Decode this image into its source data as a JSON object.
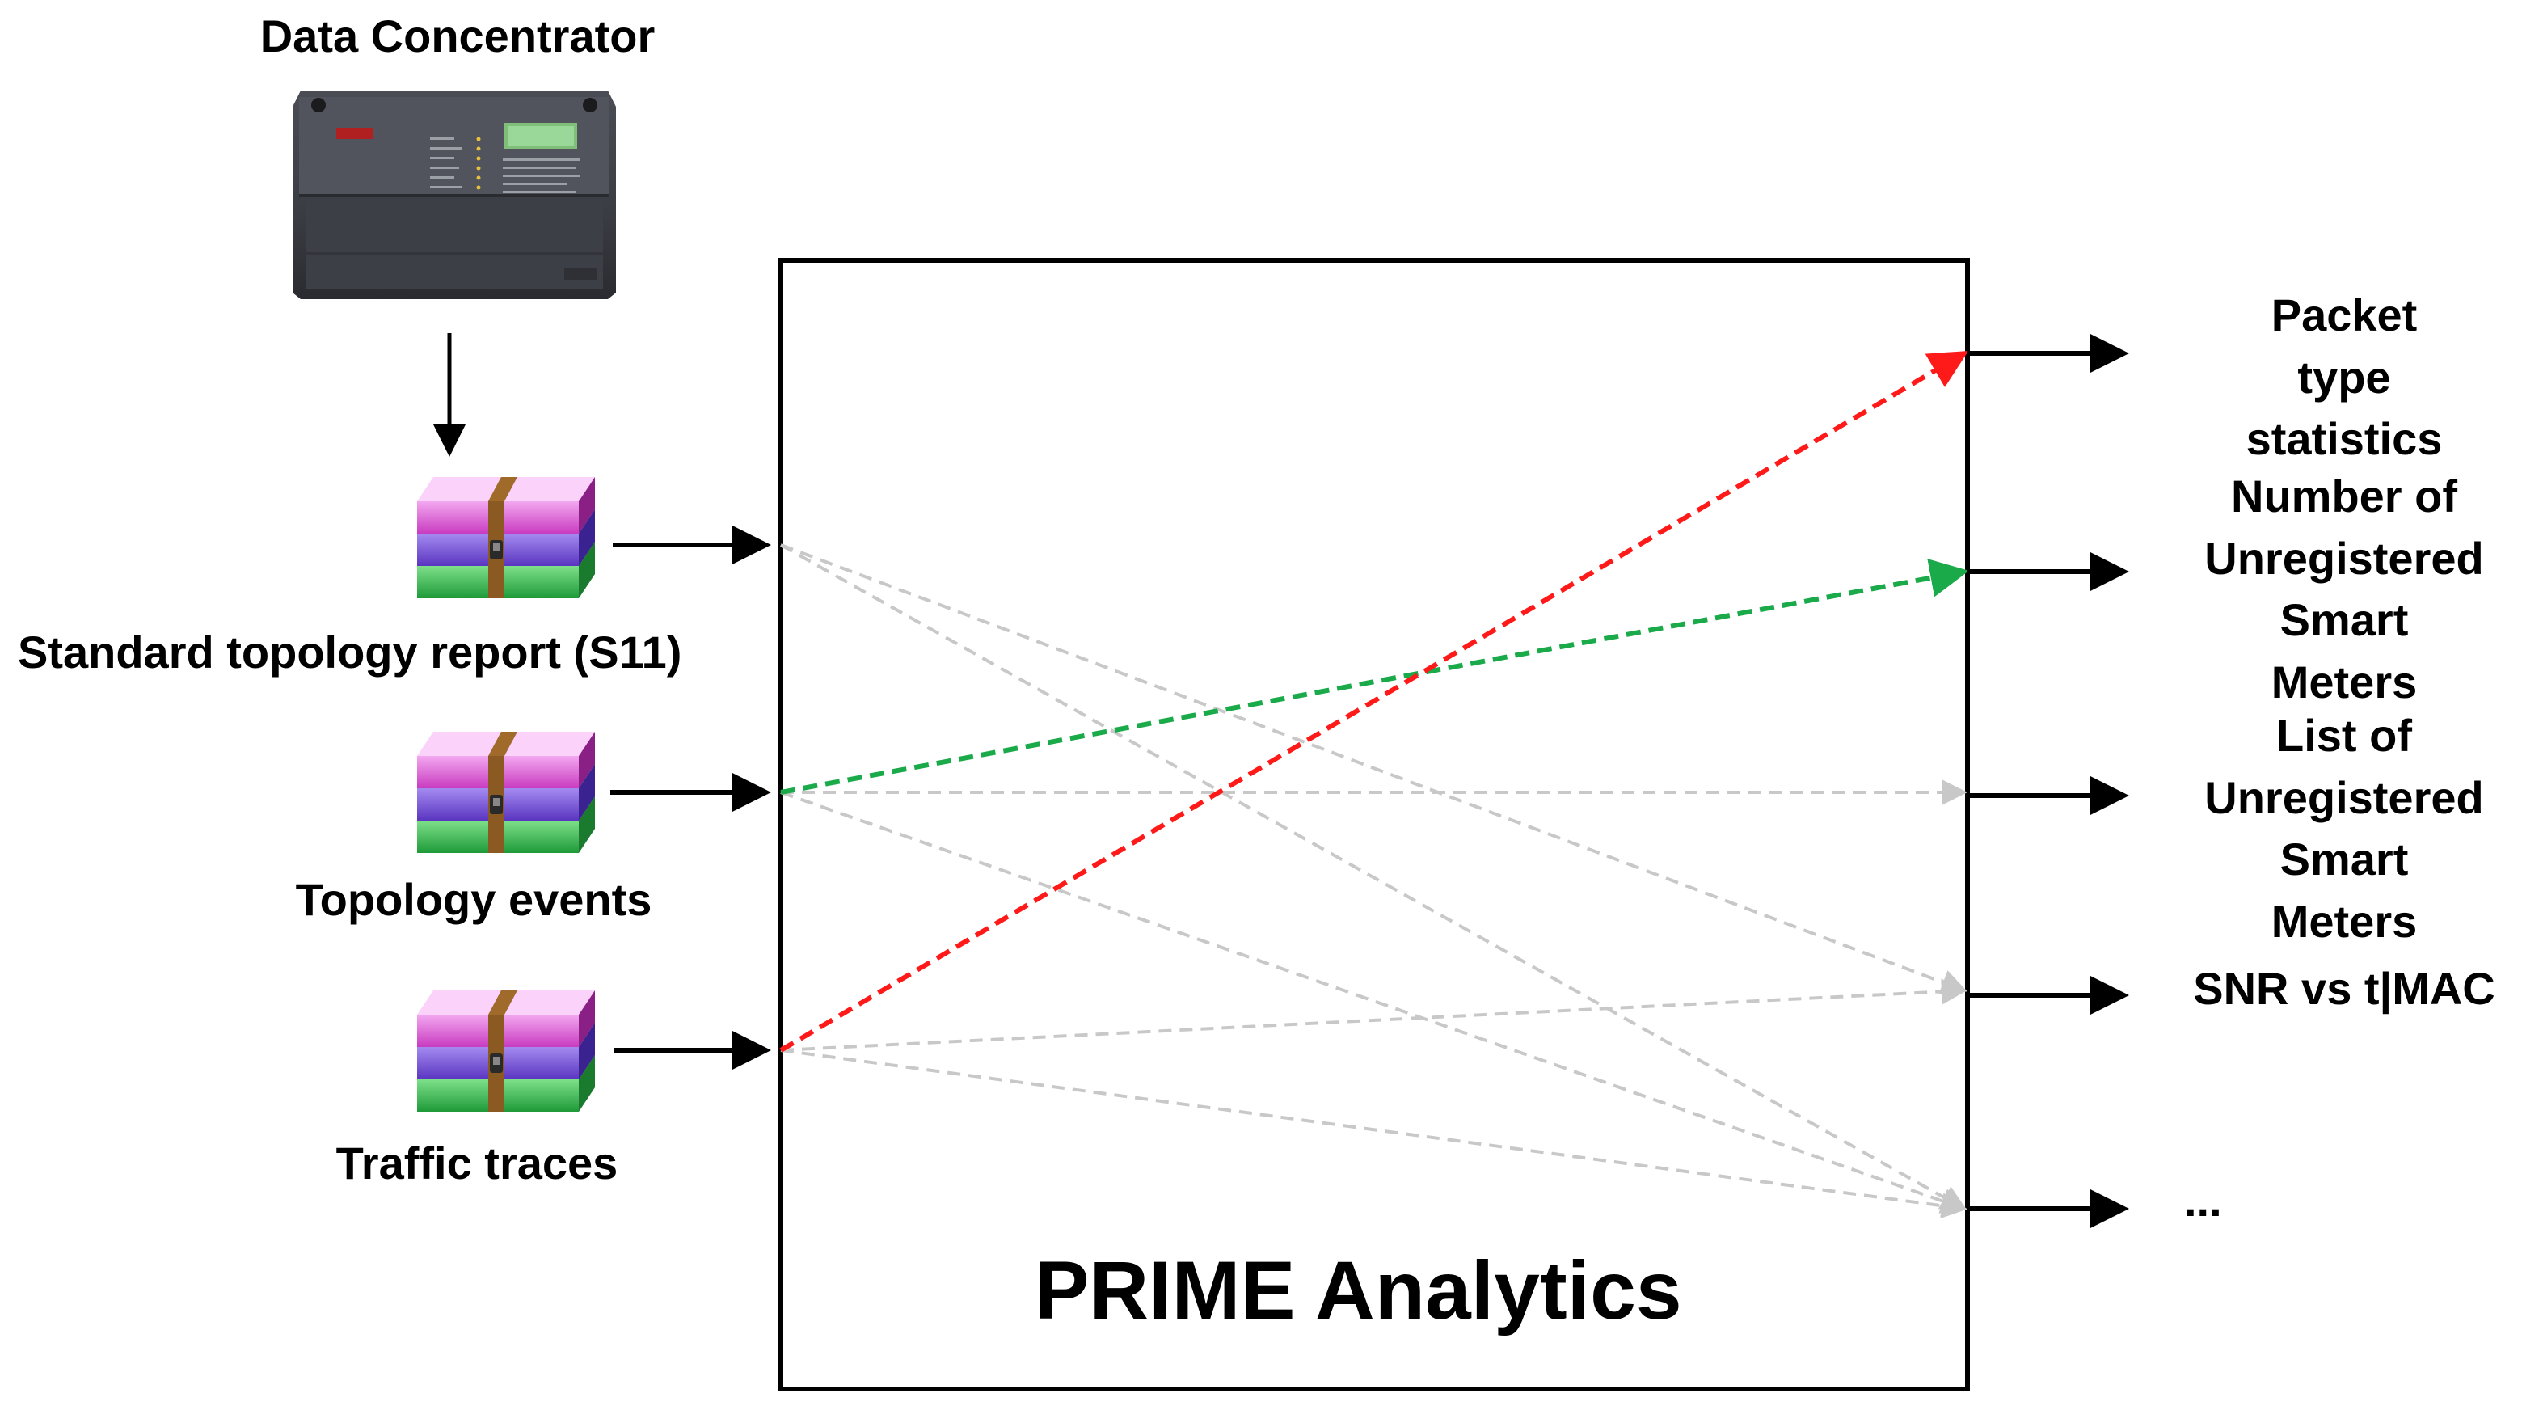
{
  "source": {
    "title": "Data Concentrator",
    "device_icon": "data-concentrator-device-icon"
  },
  "inputs": [
    {
      "label": "Standard topology report (S11)",
      "icon": "archive-stack-icon"
    },
    {
      "label": "Topology events",
      "icon": "archive-stack-icon"
    },
    {
      "label": "Traffic traces",
      "icon": "archive-stack-icon"
    }
  ],
  "processor": {
    "title": "PRIME Analytics"
  },
  "outputs": [
    {
      "lines": [
        "Packet type",
        "statistics"
      ]
    },
    {
      "lines": [
        "Number of",
        "Unregistered",
        "Smart Meters"
      ]
    },
    {
      "lines": [
        "List of",
        "Unregistered",
        "Smart Meters"
      ]
    },
    {
      "lines": [
        "SNR vs t|MAC"
      ]
    },
    {
      "lines": [
        "..."
      ]
    }
  ],
  "colors": {
    "highlight_red": "#ff1a1a",
    "highlight_green": "#1aaa4a",
    "mapping_gray": "#c8c8c8",
    "arrow": "#000000"
  }
}
